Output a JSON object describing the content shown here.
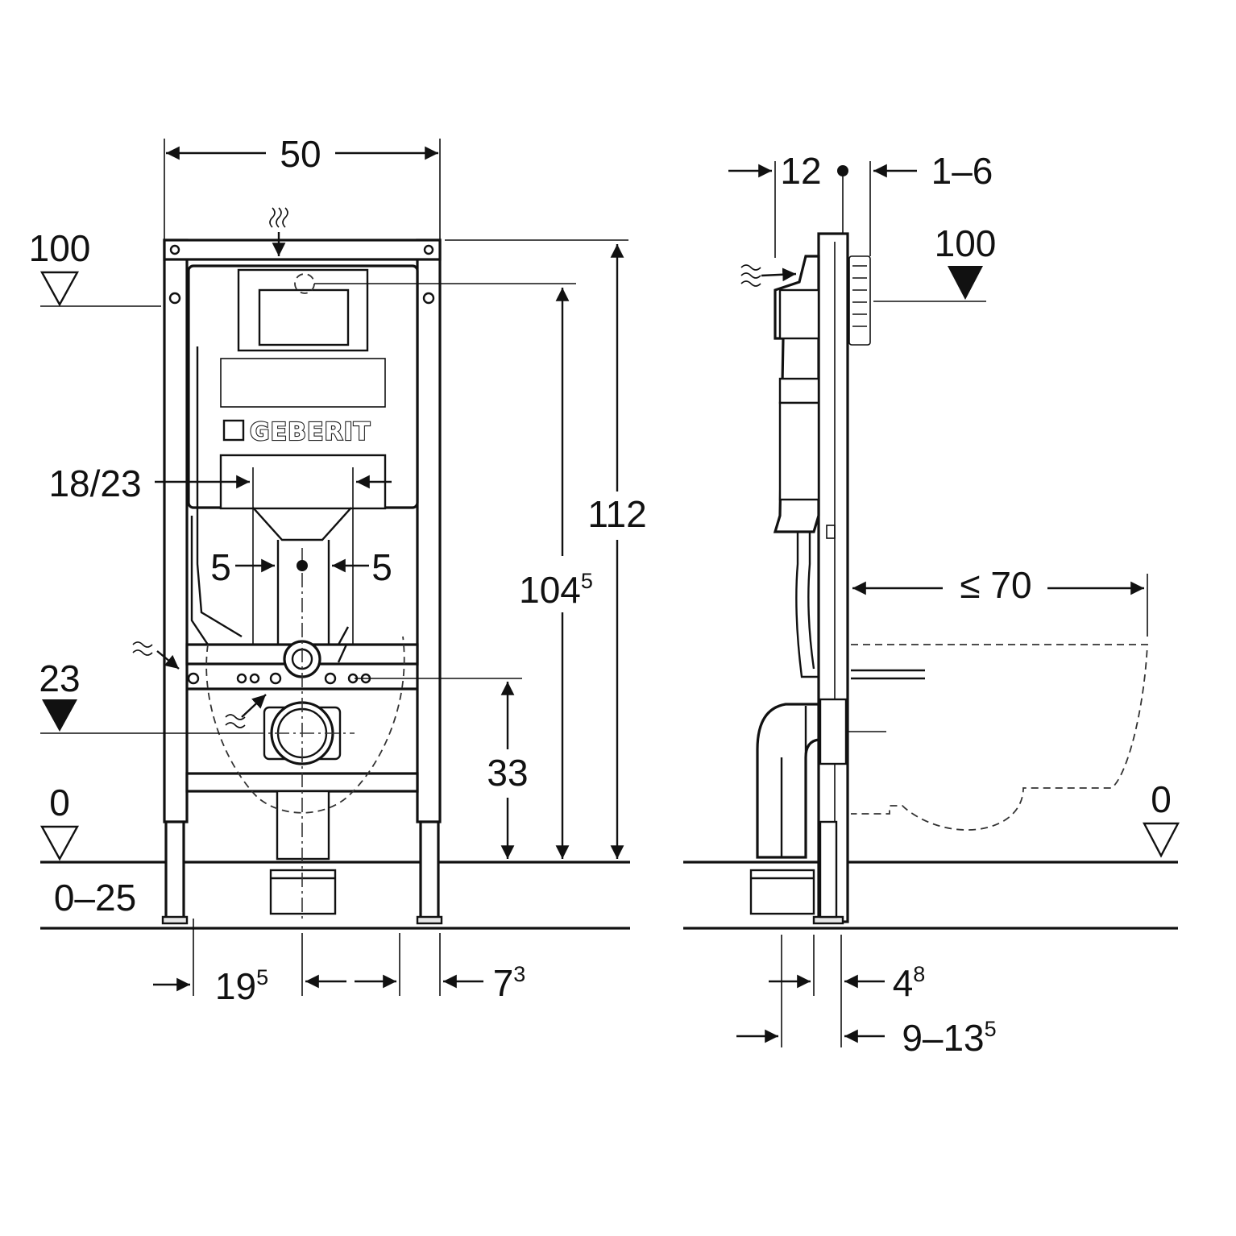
{
  "front_view": {
    "width": "50",
    "height_top_label": "100",
    "height_total": "112",
    "height_actuation": {
      "main": "104",
      "sup": "5"
    },
    "pan_spacing": "18/23",
    "pipe_offset_left": "5",
    "pipe_offset_right": "5",
    "bolt_level": "23",
    "outlet_height": "33",
    "floor_label": "0",
    "floor_adjust": "0–25",
    "outlet_offset": {
      "main": "19",
      "sup": "5"
    },
    "foot_offset": {
      "main": "7",
      "sup": "3"
    },
    "brand_logo": "GEBERIT"
  },
  "side_view": {
    "depth_frame": "12",
    "depth_panel": "1–6",
    "height_top_label": "100",
    "bowl_projection": "≤ 70",
    "floor_label": "0",
    "pipe_offset": {
      "main": "4",
      "sup": "8"
    },
    "wall_offset": {
      "main": "9–13",
      "sup": "5"
    }
  },
  "colors": {
    "line": "#111111",
    "background": "#ffffff"
  }
}
